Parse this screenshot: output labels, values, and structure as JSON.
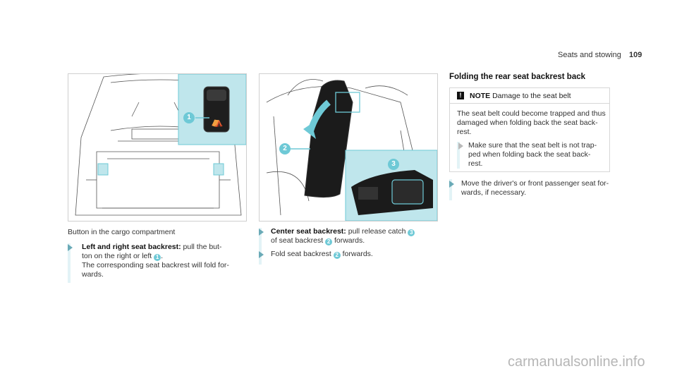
{
  "header": {
    "section": "Seats and stowing",
    "page": "109"
  },
  "figure1": {
    "caption": "Button in the cargo compartment",
    "callout": "1"
  },
  "figure2": {
    "callout_backrest": "2",
    "callout_catch": "3"
  },
  "steps_left": {
    "title": "Left and right seat backrest:",
    "line1_rest": "pull the but-",
    "line2_a": "ton on the right or left",
    "line2_num": "1",
    "line2_b": ".",
    "line3": "The corresponding seat backrest will fold for-",
    "line4": "wards."
  },
  "steps_middle": {
    "step1_title": "Center seat backrest:",
    "step1_a": "pull release catch",
    "step1_num1": "3",
    "step1_b": "of seat backrest",
    "step1_num2": "2",
    "step1_c": "forwards.",
    "step2_a": "Fold seat backrest",
    "step2_num": "2",
    "step2_b": "forwards."
  },
  "right_column": {
    "heading": "Folding the rear seat backrest back",
    "note_symbol": "!",
    "note_label": "NOTE",
    "note_title": "Damage to the seat belt",
    "note_body1": "The seat belt could become trapped and thus",
    "note_body2": "damaged when folding back the seat back-",
    "note_body3": "rest.",
    "note_step1": "Make sure that the seat belt is not trap-",
    "note_step2": "ped when folding back the seat back-",
    "note_step3": "rest.",
    "step1": "Move the driver's or front passenger seat for-",
    "step2": "wards, if necessary."
  },
  "footer": {
    "watermark": "carmanualsonline.info"
  },
  "colors": {
    "accent": "#6ec9d6",
    "callout_bg": "#bfe6ec",
    "bar": "#e2f3f6"
  }
}
